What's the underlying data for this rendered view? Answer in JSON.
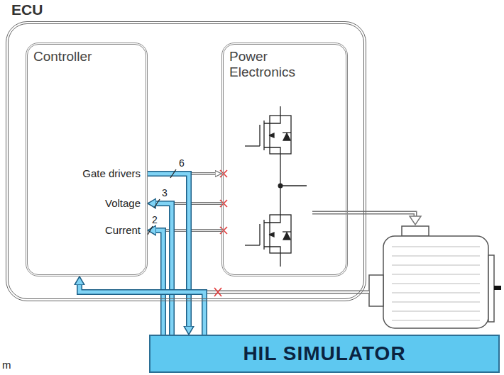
{
  "diagram": {
    "nodes": [
      {
        "text": [
          "ECU"
        ]
      },
      {
        "text": [
          "Controller"
        ],
        "in": 0
      },
      {
        "text": [
          "Power Electronics"
        ],
        "in": 0
      },
      {
        "text": [
          "HIL SIMULATOR"
        ]
      }
    ],
    "edges": [
      {
        "from": 1,
        "to": 2,
        "arrow": "to"
      },
      {
        "from": 2,
        "to": 1,
        "arrow": "to"
      },
      {
        "from": 2,
        "to": 1,
        "arrow": "to"
      },
      {
        "from": 1,
        "to": 3,
        "label": "6",
        "arrow": "to"
      },
      {
        "from": 3,
        "to": 1,
        "label": "3",
        "arrow": "to"
      },
      {
        "from": 3,
        "to": 1,
        "label": "2",
        "arrow": "to"
      },
      {
        "from": 3,
        "to": 1,
        "arrow": "to"
      }
    ],
    "labels": [
      "Gate drivers",
      "Voltage",
      "Current",
      "m"
    ]
  }
}
